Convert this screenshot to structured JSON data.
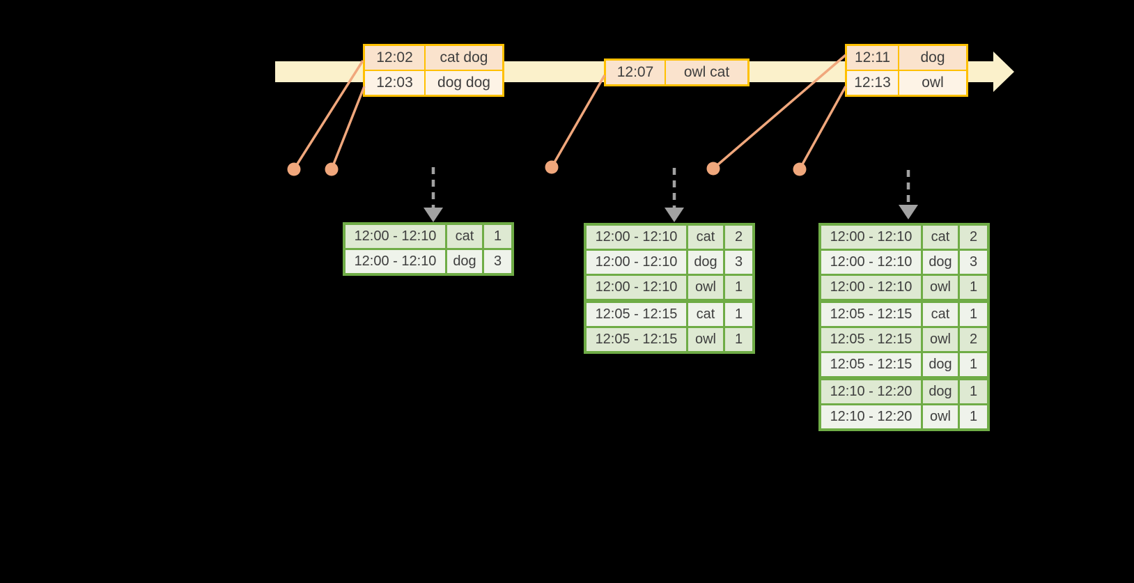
{
  "colors": {
    "background": "#000000",
    "timeline_fill": "#fbf1cb",
    "event_border": "#ffc000",
    "event_row_dark": "#fae3cd",
    "event_row_light": "#fdf3e6",
    "connector": "#f0a77c",
    "result_border": "#6fac46",
    "result_row_dark": "#dee9d2",
    "result_row_light": "#eff3eb",
    "arrow_gray": "#a2a2a2",
    "text": "#3e3e3e"
  },
  "icons": {
    "timeline_arrow": "right-arrow",
    "trigger_arrow": "dashed-down-arrow",
    "event_marker": "dot"
  },
  "event_tables": [
    {
      "rows": [
        {
          "time": "12:02",
          "words": "cat dog"
        },
        {
          "time": "12:03",
          "words": "dog dog"
        }
      ]
    },
    {
      "rows": [
        {
          "time": "12:07",
          "words": "owl cat"
        }
      ]
    },
    {
      "rows": [
        {
          "time": "12:11",
          "words": "dog"
        },
        {
          "time": "12:13",
          "words": "owl"
        }
      ]
    }
  ],
  "result_tables": [
    {
      "rows": [
        {
          "window": "12:00 - 12:10",
          "word": "cat",
          "count": "1"
        },
        {
          "window": "12:00 - 12:10",
          "word": "dog",
          "count": "3"
        }
      ]
    },
    {
      "rows": [
        {
          "window": "12:00 - 12:10",
          "word": "cat",
          "count": "2"
        },
        {
          "window": "12:00 - 12:10",
          "word": "dog",
          "count": "3"
        },
        {
          "window": "12:00 - 12:10",
          "word": "owl",
          "count": "1"
        },
        {
          "window": "12:05 - 12:15",
          "word": "cat",
          "count": "1"
        },
        {
          "window": "12:05 - 12:15",
          "word": "owl",
          "count": "1"
        }
      ]
    },
    {
      "rows": [
        {
          "window": "12:00 - 12:10",
          "word": "cat",
          "count": "2"
        },
        {
          "window": "12:00 - 12:10",
          "word": "dog",
          "count": "3"
        },
        {
          "window": "12:00 - 12:10",
          "word": "owl",
          "count": "1"
        },
        {
          "window": "12:05 - 12:15",
          "word": "cat",
          "count": "1"
        },
        {
          "window": "12:05 - 12:15",
          "word": "owl",
          "count": "2"
        },
        {
          "window": "12:05 - 12:15",
          "word": "dog",
          "count": "1"
        },
        {
          "window": "12:10 - 12:20",
          "word": "dog",
          "count": "1"
        },
        {
          "window": "12:10 - 12:20",
          "word": "owl",
          "count": "1"
        }
      ]
    }
  ]
}
